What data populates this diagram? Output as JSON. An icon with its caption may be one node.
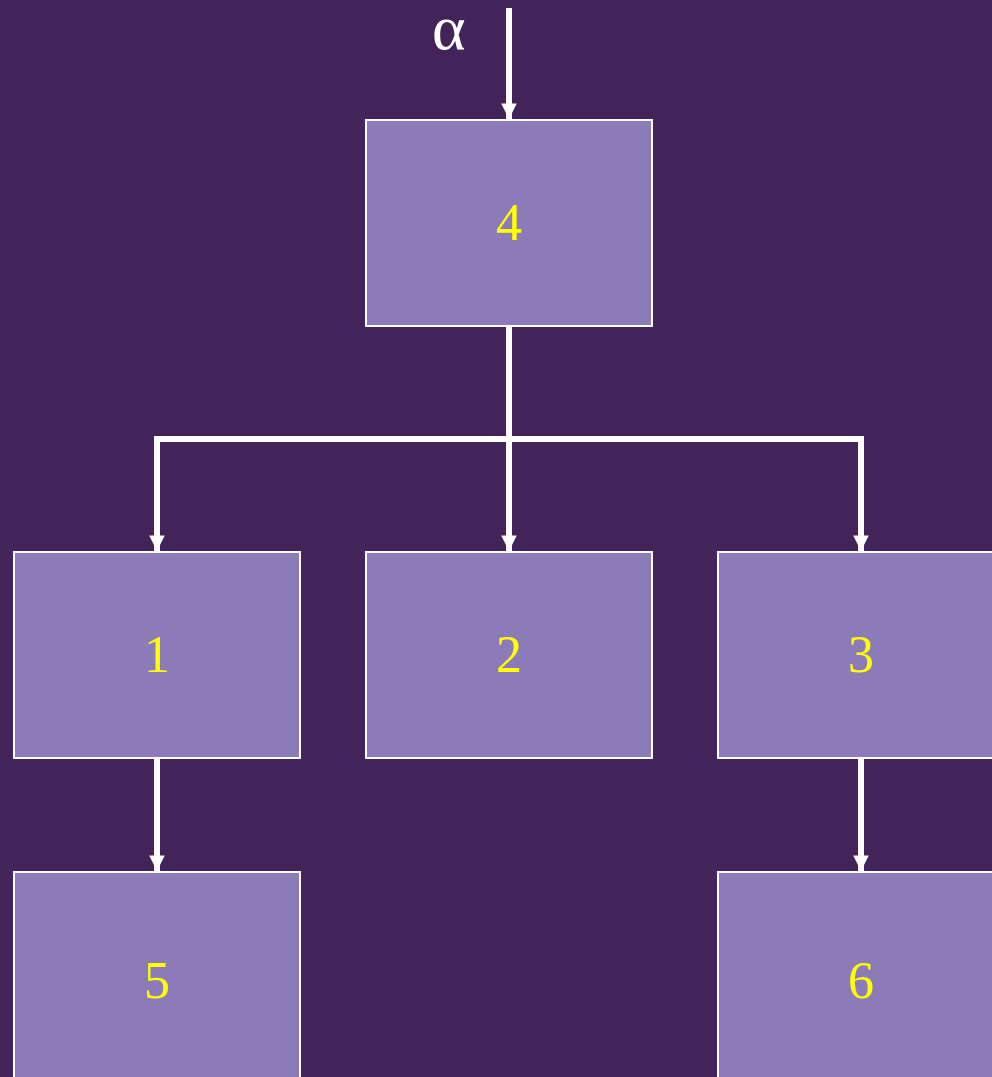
{
  "diagram": {
    "nodes": [
      {
        "text": [
          "4"
        ]
      },
      {
        "text": [
          "1"
        ]
      },
      {
        "text": [
          "2"
        ]
      },
      {
        "text": [
          "3"
        ]
      },
      {
        "text": [
          "5"
        ]
      },
      {
        "text": [
          "6"
        ]
      }
    ],
    "edges": [
      {
        "from": null,
        "to": 0,
        "arrow": "to"
      },
      {
        "from": 0,
        "to": 1,
        "arrow": "to"
      },
      {
        "from": 0,
        "to": 2,
        "arrow": "to"
      },
      {
        "from": 0,
        "to": 3,
        "arrow": "to"
      },
      {
        "from": 1,
        "to": 4,
        "arrow": "to"
      },
      {
        "from": 3,
        "to": 5,
        "arrow": "to"
      }
    ],
    "labels": [
      "α"
    ]
  }
}
